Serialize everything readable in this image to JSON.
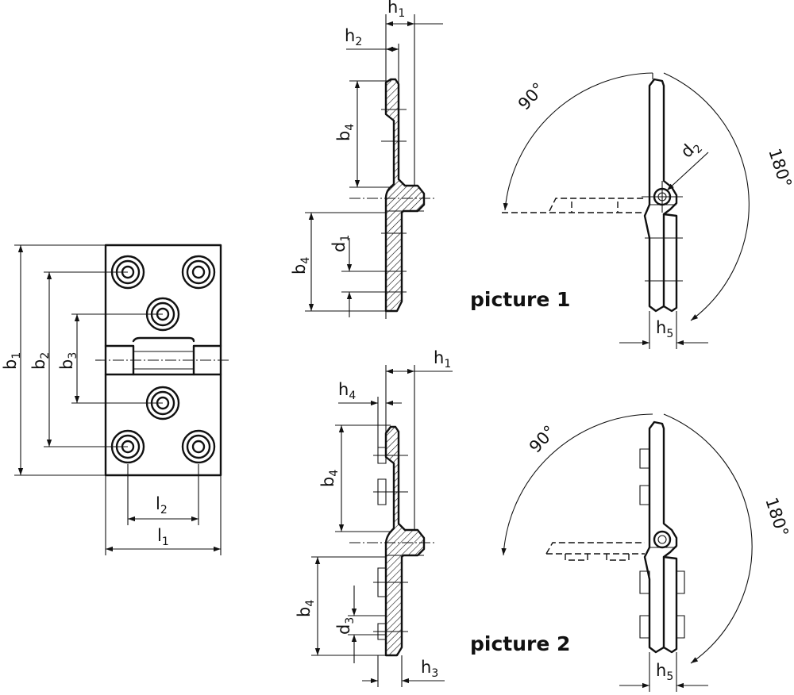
{
  "labels": {
    "b1": "b",
    "b1_sub": "1",
    "b2": "b",
    "b2_sub": "2",
    "b3": "b",
    "b3_sub": "3",
    "b4": "b",
    "b4_sub": "4",
    "l1": "l",
    "l1_sub": "1",
    "l2": "l",
    "l2_sub": "2",
    "h1": "h",
    "h1_sub": "1",
    "h2": "h",
    "h2_sub": "2",
    "h3": "h",
    "h3_sub": "3",
    "h4": "h",
    "h4_sub": "4",
    "h5": "h",
    "h5_sub": "5",
    "d1": "d",
    "d1_sub": "1",
    "d2": "d",
    "d2_sub": "2",
    "d3": "d",
    "d3_sub": "3",
    "angle_90": "90°",
    "angle_180": "180°"
  },
  "captions": {
    "picture1": "picture 1",
    "picture2": "picture 2"
  }
}
